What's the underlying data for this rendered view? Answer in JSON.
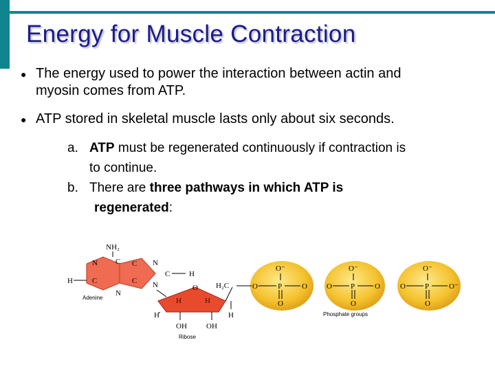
{
  "slide": {
    "title": "Energy for Muscle Contraction",
    "bullets": [
      {
        "line1": "The energy used to power the interaction between actin and",
        "line2": "myosin comes from ATP."
      },
      {
        "line1": "ATP stored in skeletal muscle lasts only about six seconds."
      }
    ],
    "subpoints": [
      {
        "marker": "a.",
        "bold": "ATP",
        "rest_line1": " must be regenerated continuously if contraction is",
        "line2": "to continue."
      },
      {
        "marker": "b.",
        "plain_start": "There are ",
        "bold_line1": "three pathways in which ATP is",
        "bold_line2": "regenerated",
        "tail": ":"
      }
    ]
  },
  "diagram": {
    "adenine_label": "Adenine",
    "ribose_label": "Ribose",
    "phosphate_label": "Phosphate groups",
    "atoms": {
      "nh2": "NH₂",
      "n": "N",
      "c": "C",
      "h": "H",
      "o": "O",
      "oh": "OH",
      "o_minus": "O⁻",
      "p": "P",
      "h2c": "H₂C"
    },
    "colors": {
      "accent": "#11858f",
      "title": "#1b1b8f",
      "adenine_fill": "#ef6b52",
      "ribose_fill": "#e84a2e",
      "phosphate_fill": "#f4c22e"
    }
  }
}
